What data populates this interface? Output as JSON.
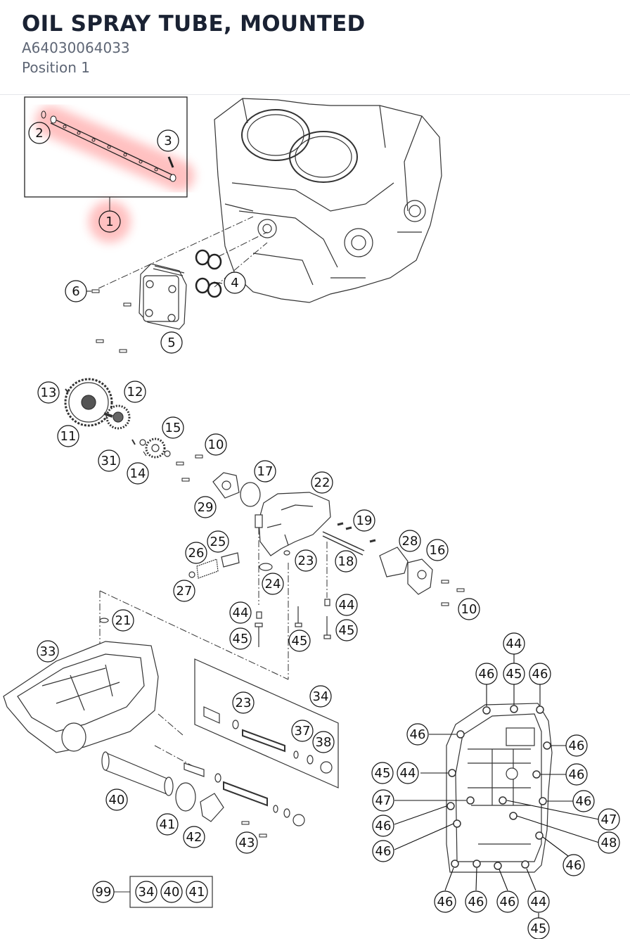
{
  "header": {
    "title": "OIL SPRAY TUBE, MOUNTED",
    "part_number": "A64030064033",
    "position": "Position 1"
  },
  "highlight_color": "#ff6b6b",
  "callouts": {
    "c1": "1",
    "c2": "2",
    "c3": "3",
    "c4": "4",
    "c5": "5",
    "c6": "6",
    "c13": "13",
    "c12": "12",
    "c11": "11",
    "c15": "15",
    "c10a": "10",
    "c31": "31",
    "c14": "14",
    "c17": "17",
    "c22": "22",
    "c29": "29",
    "c19": "19",
    "c25": "25",
    "c26": "26",
    "c28": "28",
    "c16": "16",
    "c23a": "23",
    "c18": "18",
    "c24": "24",
    "c27": "27",
    "c44a": "44",
    "c44b": "44",
    "c10b": "10",
    "c21": "21",
    "c45a": "45",
    "c45b": "45",
    "c45c": "45",
    "c33": "33",
    "c34": "34",
    "c23b": "23",
    "c37": "37",
    "c38": "38",
    "c40": "40",
    "c41": "41",
    "c42": "42",
    "c43": "43",
    "k99": "99",
    "k34": "34",
    "k40": "40",
    "k41": "41",
    "p44t": "44",
    "p45t": "45",
    "p46a": "46",
    "p46b": "46",
    "p46c": "46",
    "p46d": "46",
    "p45l": "45",
    "p44l": "44",
    "p46e": "46",
    "p47a": "47",
    "p46f": "46",
    "p46g": "46",
    "p47b": "47",
    "p48": "48",
    "p46h": "46",
    "p46i": "46",
    "p46j": "46",
    "p46k": "46",
    "p44b": "44",
    "p45b": "45"
  }
}
